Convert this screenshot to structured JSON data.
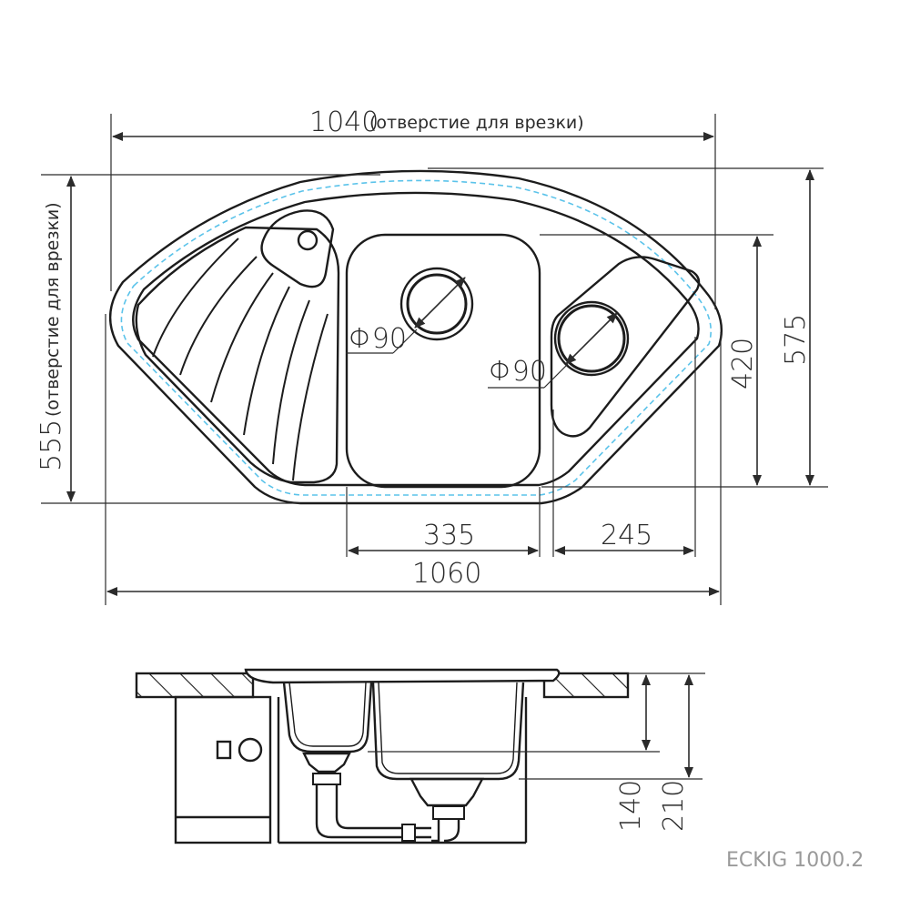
{
  "top_view": {
    "cutout_width": "1040",
    "cutout_width_note": "(отверстие для врезки)",
    "cutout_depth": "555",
    "cutout_depth_note": "(отверстие для врезки)",
    "overall_width": "1060",
    "overall_depth": "575",
    "bowl_depth": "420",
    "main_bowl_width": "335",
    "small_bowl_width": "245",
    "drain_main": "Φ90",
    "drain_small": "Φ90"
  },
  "side_view": {
    "small_bowl_height": "140",
    "main_bowl_height": "210"
  },
  "model_code": "ECKIG 1000.2",
  "colors": {
    "outline": "#1c1c1c",
    "cut_line": "#5bc3ea",
    "dimension": "#2b2b2b",
    "model_text": "#9a9a9a"
  }
}
